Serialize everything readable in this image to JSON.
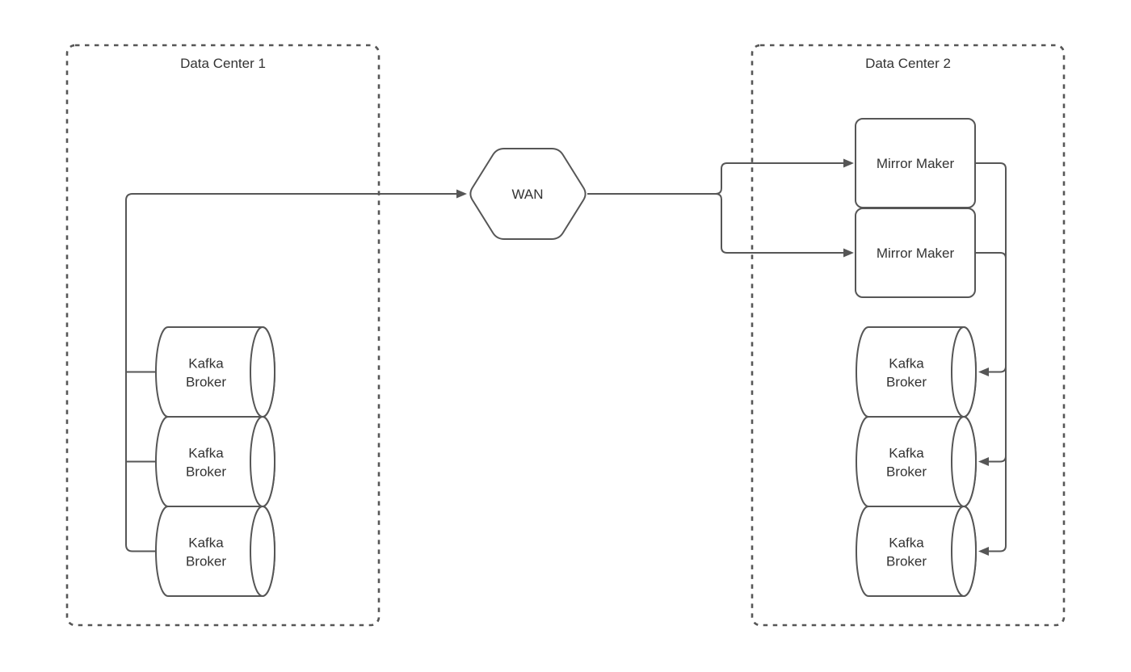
{
  "colors": {
    "stroke": "#565656",
    "text": "#333333",
    "background": "#ffffff",
    "shape_fill": "#ffffff"
  },
  "diagram": {
    "type": "kafka-cross-datacenter-replication",
    "dc1": {
      "label": "Data Center 1",
      "brokers": [
        {
          "line1": "Kafka",
          "line2": "Broker"
        },
        {
          "line1": "Kafka",
          "line2": "Broker"
        },
        {
          "line1": "Kafka",
          "line2": "Broker"
        }
      ]
    },
    "wan": {
      "label": "WAN"
    },
    "dc2": {
      "label": "Data Center 2",
      "mirror_makers": [
        {
          "label": "Mirror Maker"
        },
        {
          "label": "Mirror Maker"
        }
      ],
      "brokers": [
        {
          "line1": "Kafka",
          "line2": "Broker"
        },
        {
          "line1": "Kafka",
          "line2": "Broker"
        },
        {
          "line1": "Kafka",
          "line2": "Broker"
        }
      ]
    }
  }
}
